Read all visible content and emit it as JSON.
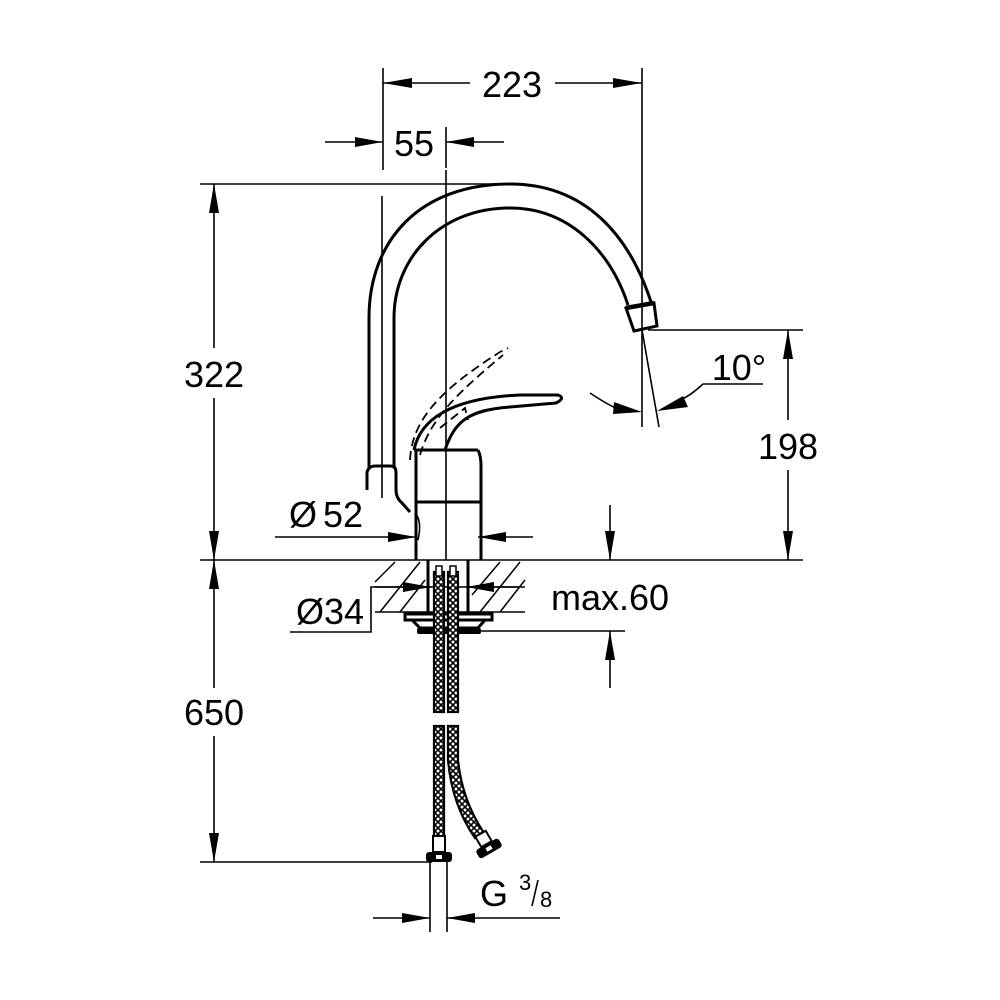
{
  "drawing": {
    "title": "Single-lever kitchen mixer – dimensional drawing",
    "background": "#ffffff",
    "line_color": "#000000"
  },
  "dimensions": {
    "spout_reach": {
      "label": "223",
      "value": 223,
      "unit": "mm"
    },
    "spout_axis_offset": {
      "label": "55",
      "value": 55,
      "unit": "mm"
    },
    "total_height": {
      "label": "322",
      "value": 322,
      "unit": "mm"
    },
    "outlet_height": {
      "label": "198",
      "value": 198,
      "unit": "mm"
    },
    "outlet_angle": {
      "label": "10°",
      "value": 10,
      "unit": "deg"
    },
    "body_diameter": {
      "prefix": "Ø",
      "label": "52",
      "value": 52,
      "unit": "mm"
    },
    "hole_diameter": {
      "label": "Ø34",
      "value": 34,
      "unit": "mm"
    },
    "max_deck_thickness": {
      "label": "max.60",
      "value": 60,
      "unit": "mm"
    },
    "hose_length": {
      "label": "650",
      "value": 650,
      "unit": "mm"
    },
    "connection_thread": {
      "prefix": "G",
      "numerator": "3",
      "denominator": "8",
      "label": "G 3/8"
    }
  },
  "components": [
    {
      "name": "swivel spout",
      "shape": "C-shaped arc"
    },
    {
      "name": "lever handle",
      "states": [
        "closed",
        "open (dashed)"
      ]
    },
    {
      "name": "mixer body",
      "shape": "cylinder"
    },
    {
      "name": "countertop",
      "style": "hatched section"
    },
    {
      "name": "fixing plate and nut"
    },
    {
      "name": "flexible braided hoses",
      "count": 2
    }
  ]
}
